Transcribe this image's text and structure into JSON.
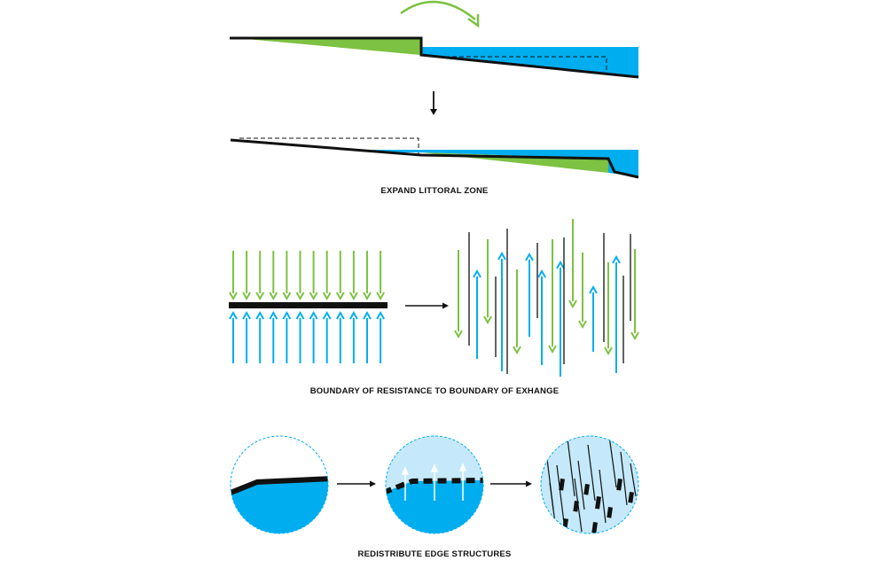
{
  "colors": {
    "green": "#7dc242",
    "blue": "#00aeef",
    "light_blue": "#c5e9fa",
    "black": "#111111"
  },
  "panels": {
    "littoral": {
      "caption": "EXPAND LITTORAL ZONE"
    },
    "boundary": {
      "caption": "BOUNDARY OF RESISTANCE TO BOUNDARY OF EXHANGE"
    },
    "edge": {
      "caption": "REDISTRIBUTE EDGE STRUCTURES"
    }
  },
  "icons": [
    "curved-arrow-icon",
    "down-arrow-icon",
    "right-arrow-icon"
  ]
}
